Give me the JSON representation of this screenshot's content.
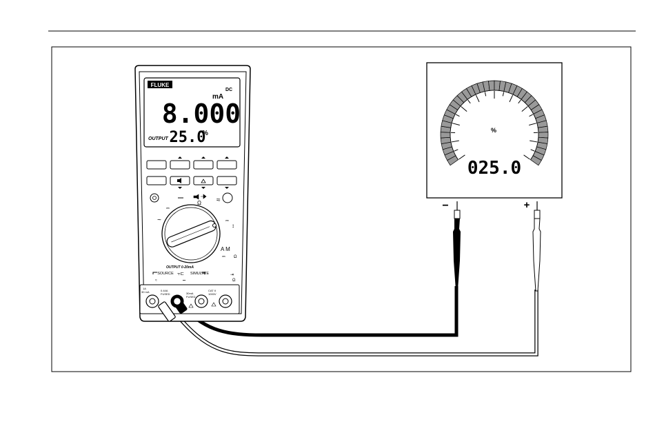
{
  "meter": {
    "brand": "FLUKE",
    "unit": "mA",
    "mode": "DC",
    "reading": "8.000",
    "output_label": "OUTPUT",
    "percent_reading": "25.0",
    "percent_unit": "%",
    "output_range": "OUTPUT 0-20mA",
    "source_label": "SOURCE",
    "simulate_label": "SIMULATE",
    "jack_labels": [
      "1A",
      "30 mA",
      "0.44A",
      "FUSED",
      "30mA",
      "FUSED",
      "CAT II",
      "1000V"
    ]
  },
  "display": {
    "unit": "%",
    "reading": "025.0",
    "minus": "−",
    "plus": "+",
    "gauge_level_percent": 25
  }
}
